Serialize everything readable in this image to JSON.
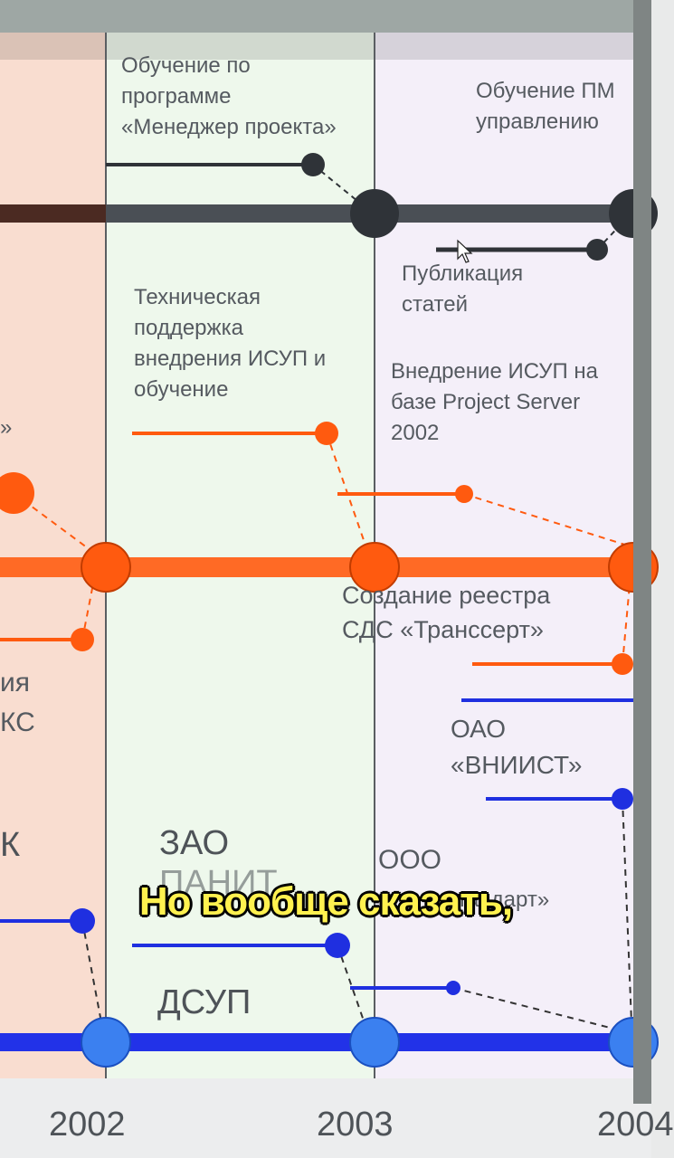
{
  "columns": [
    {
      "color": "#f9ddd0"
    },
    {
      "color": "#eef8ec"
    },
    {
      "color": "#f4eff9"
    }
  ],
  "labels": {
    "l1": "Обучение по",
    "l2": "программе",
    "l3": "«Менеджер проекта»",
    "l4": "Обучение ПМ",
    "l5": "управлению",
    "l6": "Публикация",
    "l7": "статей",
    "l8": "Техническая",
    "l9": "поддержка",
    "l10": "внедрения ИСУП и",
    "l11": "обучение",
    "l12": "Внедрение ИСУП на",
    "l13": "базе Project Server",
    "l14": "2002",
    "l15": "»",
    "l16": "Создание реестра",
    "l17": "СДС «Транссерт»",
    "l18": "ия",
    "l19": "КС",
    "l20": "ОАО",
    "l21": "«ВНИИСТ»",
    "l22": "К",
    "l23": "ЗАО",
    "l24": "ООО",
    "l25": "ДСУП",
    "l26": "ПАНИТ",
    "l27": "Стандарт»"
  },
  "years": [
    "2002",
    "2003",
    "2004"
  ],
  "subtitle": "Но вообще сказать,",
  "colors": {
    "dark": "#2f3338",
    "orange": "#ff5a0f",
    "blue": "#1f2fe0",
    "blue_node": "#3b80f0"
  }
}
